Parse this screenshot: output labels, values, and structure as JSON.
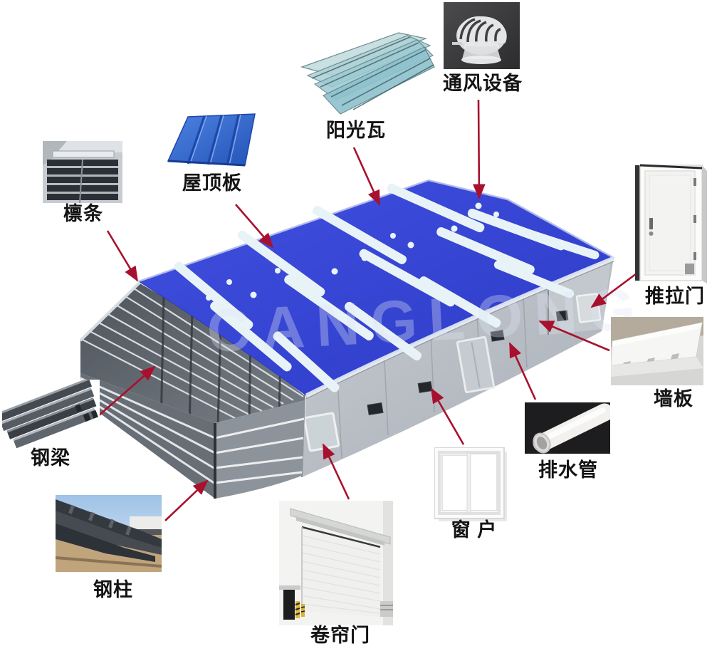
{
  "watermark": "CANGLONG",
  "labels": {
    "purlin": "檩条",
    "roof_panel": "屋顶板",
    "skylight": "阳光瓦",
    "ventilation": "通风设备",
    "sliding_door": "推拉门",
    "wall_panel": "墙板",
    "drain_pipe": "排水管",
    "window": "窗 户",
    "rolling_door": "卷帘门",
    "steel_column": "钢柱",
    "steel_beam": "钢梁"
  },
  "colors": {
    "roof_blue": "#3644d2",
    "skylight_strip": "#e8f3f8",
    "arrow": "#a8112d",
    "steel_dark": "#555b62",
    "wall_gray": "#b6bcc3"
  }
}
